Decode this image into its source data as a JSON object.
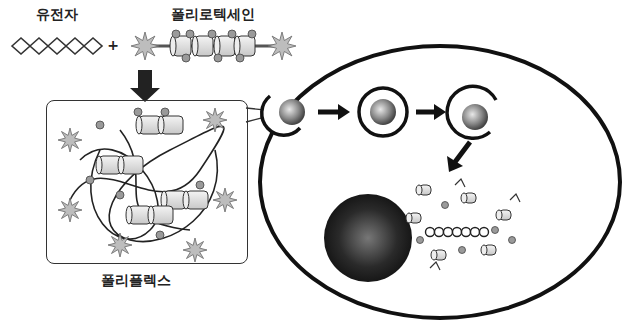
{
  "diagram": {
    "nodes": [
      {
        "text": [
          "폴리플렉스"
        ]
      }
    ],
    "labels": [
      "유전자",
      "+",
      "폴리로텍세인"
    ]
  }
}
